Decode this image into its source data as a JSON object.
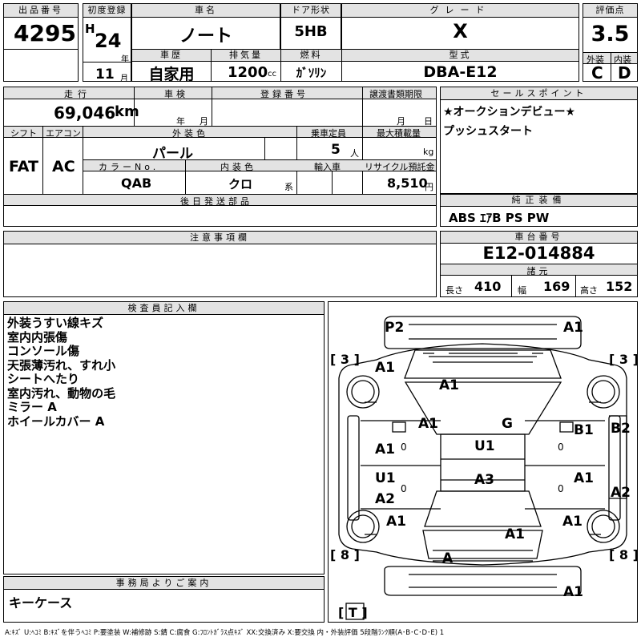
{
  "header": {
    "lot_number_label": "出品番号",
    "lot_number": "4295",
    "first_reg_label": "初度登録",
    "era_letter": "H",
    "year": "24",
    "year_unit": "年",
    "month": "11",
    "month_unit": "月",
    "car_name_label": "車名",
    "car_name": "ノート",
    "door_label": "ドア形状",
    "door": "5HB",
    "grade_label": "グレード",
    "grade": "X",
    "score_label": "評価点",
    "score": "3.5",
    "history_label": "車歴",
    "history": "自家用",
    "displacement_label": "排気量",
    "displacement": "1200",
    "displacement_unit": "cc",
    "fuel_label": "燃料",
    "fuel": "ｶﾞｿﾘﾝ",
    "model_label": "型式",
    "model": "DBA-E12",
    "exterior_label": "外装",
    "interior_label": "内装",
    "exterior": "C",
    "interior": "D"
  },
  "specs": {
    "mileage_label": "走行",
    "mileage": "69,046",
    "mileage_unit": "km",
    "inspection_label": "車検",
    "inspection_year_unit": "年",
    "inspection_month_unit": "月",
    "reg_number_label": "登録番号",
    "transfer_label": "譲渡書類期限",
    "transfer_month_unit": "月",
    "transfer_day_unit": "日",
    "shift_label": "シフト",
    "shift": "FAT",
    "ac_label": "エアコン",
    "ac": "AC",
    "ext_color_label": "外装色",
    "ext_color": "パール",
    "capacity_label": "乗車定員",
    "capacity": "5",
    "capacity_unit": "人",
    "max_load_label": "最大積載量",
    "max_load_unit": "kg",
    "color_no_label": "カラーNo.",
    "color_no": "QAB",
    "int_color_label": "内装色",
    "int_color": "クロ",
    "int_color_unit": "系",
    "import_label": "輸入車",
    "recycle_label": "リサイクル預託金",
    "recycle": "8,510",
    "recycle_unit": "円",
    "later_parts_label": "後日発送部品"
  },
  "sales_point": {
    "label": "セールスポイント",
    "lines": [
      "★オークションデビュー★",
      "プッシュスタート"
    ]
  },
  "equipment": {
    "label": "純正装備",
    "value": "ABS ｴｱB PS PW"
  },
  "notes": {
    "label": "注意事項欄"
  },
  "chassis": {
    "label": "車台番号",
    "value": "E12-014884",
    "dims_label": "諸元",
    "length_label": "長さ",
    "length": "410",
    "width_label": "幅",
    "width": "169",
    "height_label": "高さ",
    "height": "152"
  },
  "inspector": {
    "label": "検査員記入欄",
    "lines": [
      "外装うすい線キズ",
      "室内内張傷",
      "コンソール傷",
      "天張薄汚れ、すれ小",
      "シートへたり",
      "室内汚れ、動物の毛",
      "ミラー A",
      "ホイールカバー A"
    ]
  },
  "office": {
    "label": "事務局よりご案内",
    "value": "キーケース"
  },
  "diagram": {
    "tire_front_left": "3",
    "tire_front_right": "3",
    "tire_rear_left": "8",
    "tire_rear_right": "8",
    "spare": "T",
    "marks": {
      "front_bumper_left": "P2",
      "front_bumper_right": "A1",
      "front_fender_left": "A1",
      "hood": "A1",
      "windshield_pillar": "A1",
      "front_door_left": "A1",
      "rear_door_left_1": "U1",
      "rear_door_left_2": "A2",
      "rear_fender_left": "A1",
      "roof": "U1",
      "roof_2": "A3",
      "glass": "G",
      "front_door_right": "B1",
      "rocker_right_front": "B2",
      "rear_door_right": "A1",
      "rocker_right_rear": "A2",
      "rear_fender_right": "A1",
      "rear_pillar": "A1",
      "trunk": "A",
      "rear_bumper_right": "A1"
    },
    "zero_marks": [
      "0",
      "0",
      "0",
      "0"
    ]
  },
  "legend": "A:ｷｽﾞ U:ﾍｺﾐ B:ｷｽﾞを伴うﾍｺﾐ P:要塗装 W:補修跡 S:錆 C:腐食 G:ﾌﾛﾝﾄｶﾞﾗｽ点ｷｽﾞ XX:交換済み X:要交換 内・外装評価 5段階ﾗﾝｸ順(A･B･C･D･E) 1"
}
